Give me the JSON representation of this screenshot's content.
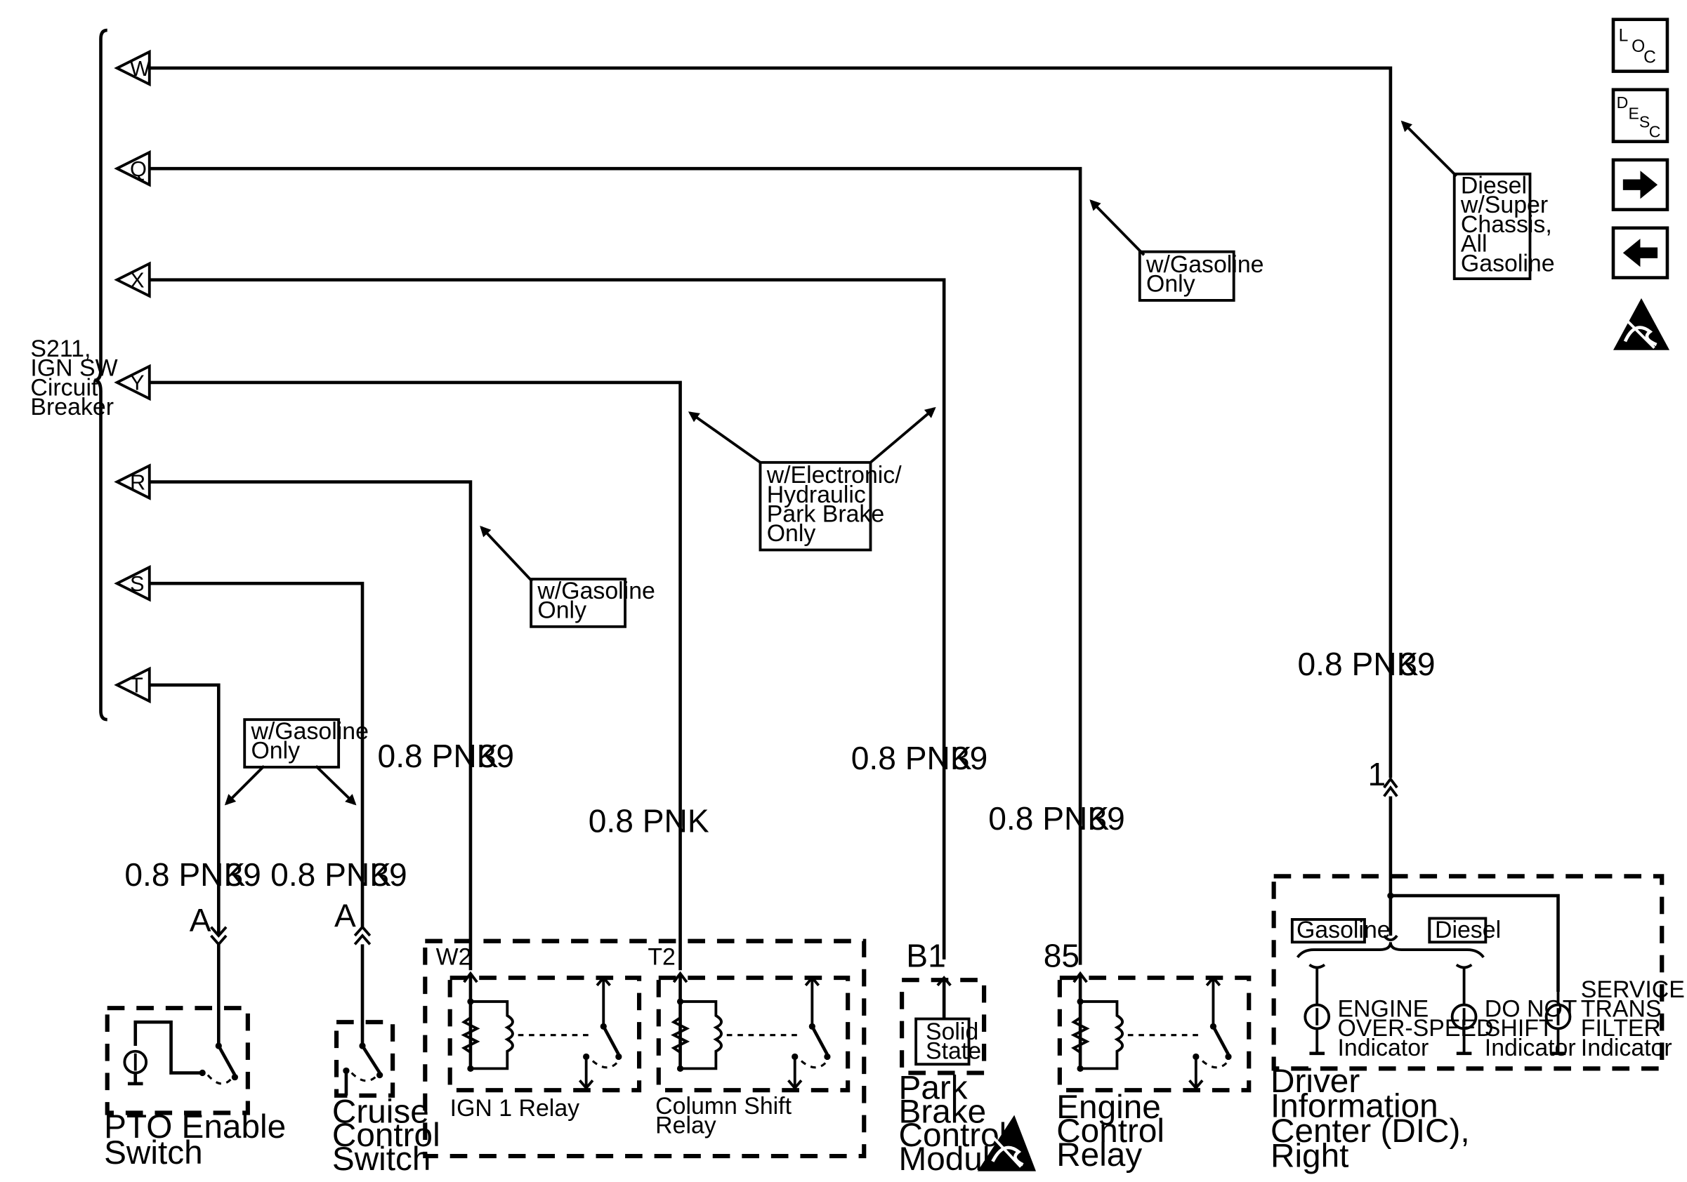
{
  "source": {
    "label_lines": [
      "S211,",
      "IGN SW",
      "Circuit",
      "Breaker"
    ],
    "terminals": [
      "W",
      "Q",
      "X",
      "Y",
      "R",
      "S",
      "T"
    ]
  },
  "wires": {
    "t_label": "0.8 PNK",
    "t_circuit": "39",
    "s_label": "0.8 PNK",
    "s_circuit": "39",
    "r_label": "0.8 PNK",
    "r_circuit": "39",
    "y_label": "0.8 PNK",
    "x_label": "0.8 PNK",
    "x_circuit": "39",
    "q_label": "0.8 PNK",
    "q_circuit": "39",
    "w_label": "0.8 PNK",
    "w_circuit": "39"
  },
  "notes": {
    "gas_q": [
      "w/Gasoline",
      "Only"
    ],
    "diesel_w": [
      "Diesel",
      "w/Super",
      "Chassis,",
      "All",
      "Gasoline"
    ],
    "gas_r": [
      "w/Gasoline",
      "Only"
    ],
    "electronic": [
      "w/Electronic/",
      "Hydraulic",
      "Park Brake",
      "Only"
    ],
    "gas_ts": [
      "w/Gasoline",
      "Only"
    ]
  },
  "pins": {
    "pto": "A",
    "cruise": "A",
    "ign": "W2",
    "column": "T2",
    "park": "B1",
    "engine": "85",
    "dic": "1"
  },
  "components": {
    "pto": [
      "PTO Enable",
      "Switch"
    ],
    "cruise": [
      "Cruise",
      "Control",
      "Switch"
    ],
    "ign_relay": "IGN 1 Relay",
    "column_relay": [
      "Column Shift",
      "Relay"
    ],
    "solid_state": [
      "Solid",
      "State"
    ],
    "park": [
      "Park",
      "Brake",
      "Control",
      "Module"
    ],
    "engine": [
      "Engine",
      "Control",
      "Relay"
    ],
    "dic": [
      "Driver",
      "Information",
      "Center (DIC),",
      "Right"
    ]
  },
  "dic": {
    "gasoline_tag": "Gasoline",
    "diesel_tag": "Diesel",
    "indicators": [
      [
        "ENGINE",
        "OVER-SPEED",
        "Indicator"
      ],
      [
        "DO NOT",
        "SHIFT",
        "Indicator"
      ],
      [
        "SERVICE",
        "TRANS",
        "FILTER",
        "Indicator"
      ]
    ]
  },
  "nav": {
    "loc": [
      "L",
      "O",
      "C"
    ],
    "desc": [
      "D",
      "E",
      "S",
      "C"
    ],
    "next_icon": "arrow-right-icon",
    "prev_icon": "arrow-left-icon",
    "esd_icon": "esd-warning-icon"
  }
}
